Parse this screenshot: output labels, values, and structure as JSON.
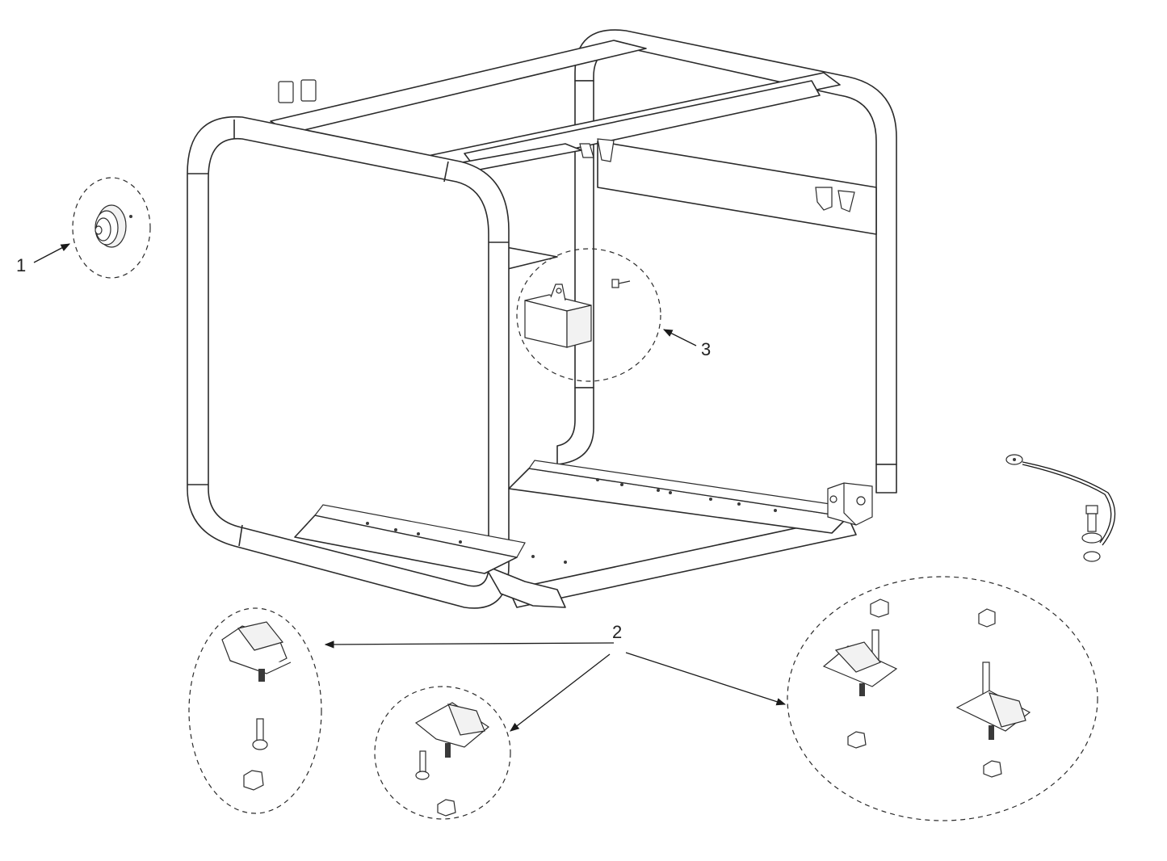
{
  "callouts": [
    {
      "id": "1",
      "text": "1"
    },
    {
      "id": "2",
      "text": "2"
    },
    {
      "id": "3",
      "text": "3"
    }
  ],
  "colors": {
    "line": "#2b2b2b",
    "background": "#ffffff"
  }
}
